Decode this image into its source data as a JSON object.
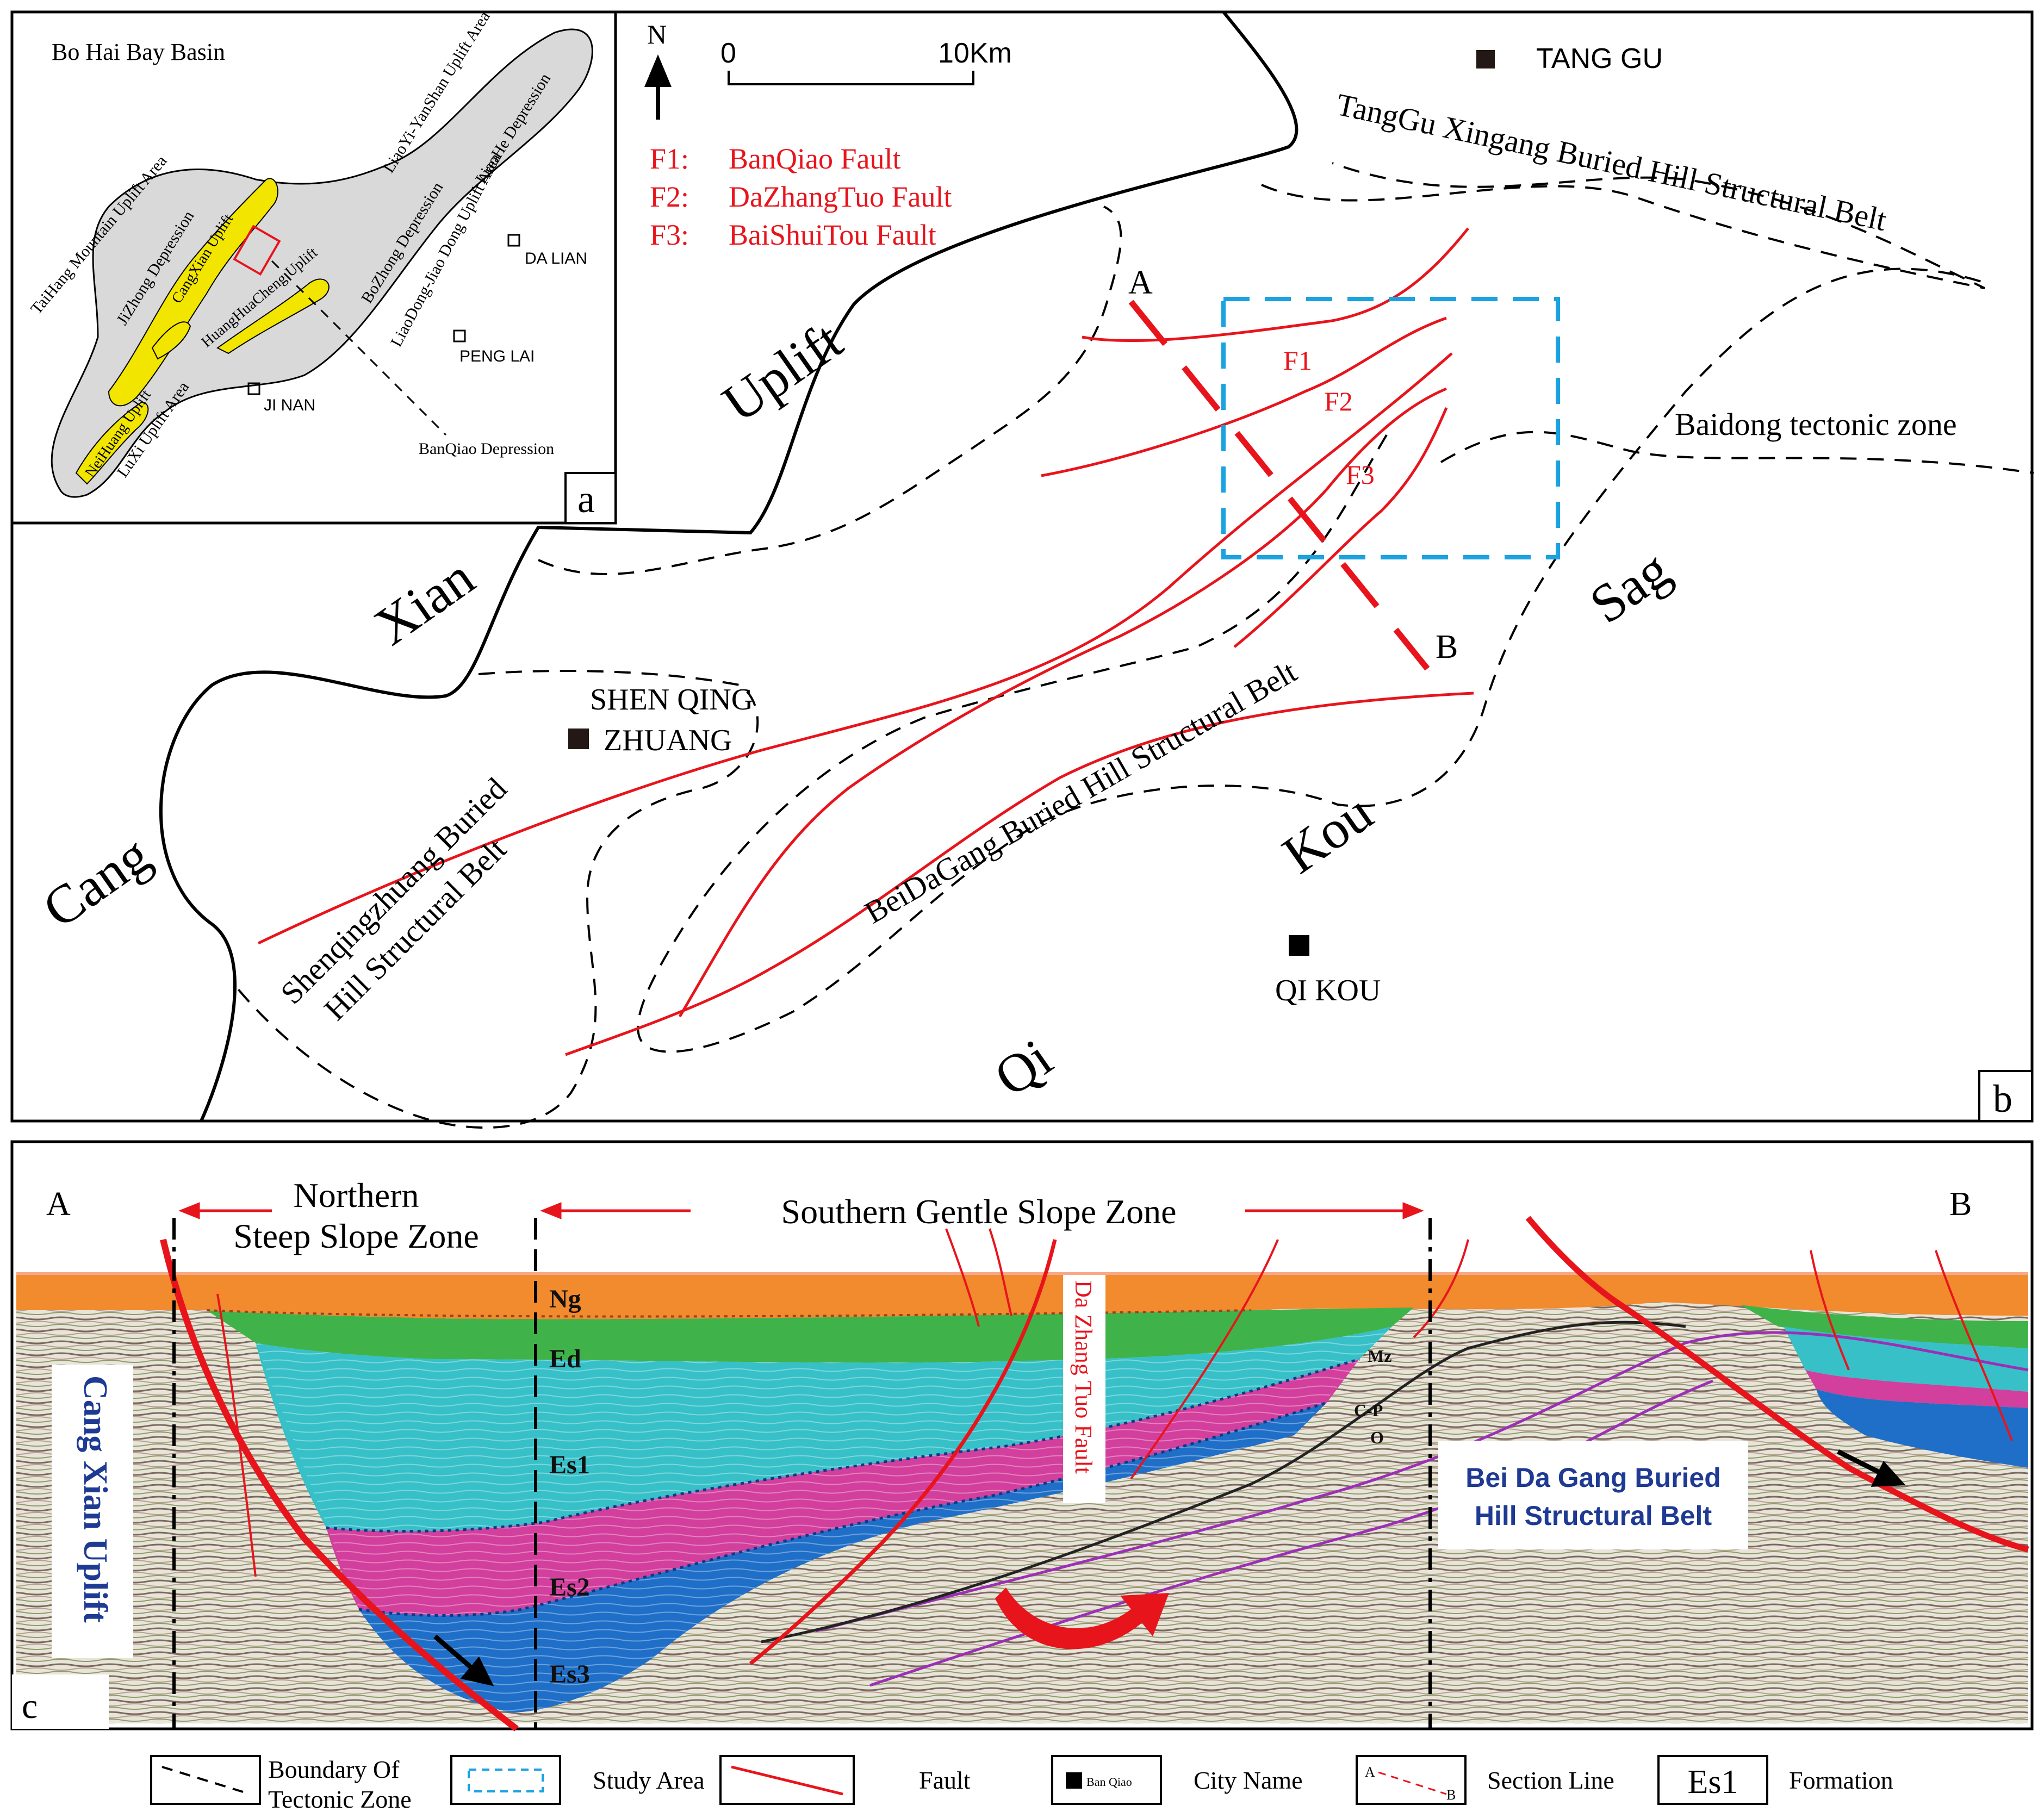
{
  "inset": {
    "title": "Bo Hai Bay Basin",
    "panel_letter": "a",
    "labels": [
      "TaiHang Mountain Uplift Area",
      "JiZhong Depression",
      "CangXian Uplift",
      "HuangHuaCheng Uplift",
      "NeiHuang Uplift",
      "LuXi Uplift Area",
      "BoZhong Depression",
      "LiaoYi-YanShan Uplift Area",
      "LiaoHe Depression",
      "LiaoDong-Jiao Dong Uplift Area",
      "BanQiao Depression"
    ],
    "cities": [
      "DA LIAN",
      "PENG LAI",
      "JI NAN"
    ]
  },
  "map": {
    "panel_letter": "b",
    "north_label": "N",
    "scale": {
      "start": "0",
      "end": "10Km"
    },
    "faults_legend": [
      {
        "code": "F1:",
        "name": "BanQiao Fault"
      },
      {
        "code": "F2:",
        "name": "DaZhangTuo Fault"
      },
      {
        "code": "F3:",
        "name": "BaiShuiTou Fault"
      }
    ],
    "fault_labels": [
      "F1",
      "F2",
      "F3"
    ],
    "section_points": [
      "A",
      "B"
    ],
    "cities": [
      "TANG GU",
      "SHEN QING",
      "ZHUANG",
      "QI KOU"
    ],
    "big_labels": [
      "Cang",
      "Xian",
      "Uplift",
      "Qi",
      "Kou",
      "Sag"
    ],
    "belts": [
      "TangGu Xingang Buried Hill Structural Belt",
      "Baidong tectonic zone",
      "BeiDaGang Buried Hill Structural Belt",
      "Shenqingzhuang Buried",
      "Hill Structural Belt"
    ]
  },
  "section": {
    "panel_letter": "c",
    "end_a": "A",
    "end_b": "B",
    "zone_north_1": "Northern",
    "zone_north_2": "Steep Slope Zone",
    "zone_south": "Southern Gentle Slope Zone",
    "formations": [
      "Ng",
      "Ed",
      "Es1",
      "Es2",
      "Es3"
    ],
    "strata_labels": [
      "Mz",
      "C-P",
      "O"
    ],
    "fault_name": "Da Zhang Tuo Fault",
    "uplift_name": "Cang Xian Uplift",
    "belt_1": "Bei Da Gang Buried",
    "belt_2": "Hill Structural Belt"
  },
  "legend": {
    "boundary_1": "Boundary Of",
    "boundary_2": "Tectonic Zone",
    "study_area": "Study Area",
    "fault": "Fault",
    "city_sample": "Ban Qiao",
    "city_name": "City Name",
    "section_a": "A",
    "section_b": "B",
    "section_line": "Section Line",
    "formation_sample": "Es1",
    "formation": "Formation"
  },
  "colors": {
    "fault_red": "#e8141c",
    "study_blue": "#1aa3e0",
    "cangxian_yellow": "#f2e600",
    "basin_grey": "#d9d9d9",
    "ng_orange": "#f28a2e",
    "ed_green": "#3fb34a",
    "es1_cyan": "#37c0c8",
    "es2_magenta": "#d23f9c",
    "es3_blue": "#1f6fc8",
    "navy_text": "#1f3a93"
  }
}
